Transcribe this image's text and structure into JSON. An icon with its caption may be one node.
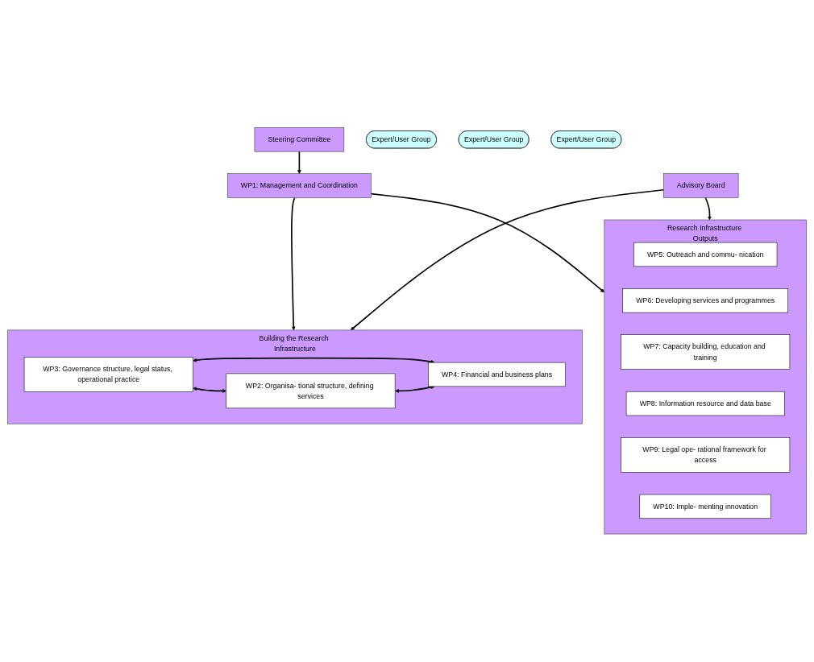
{
  "diagram": {
    "nodes": [
      {
        "text": [
          "WP1: Management and Coordination"
        ]
      },
      {
        "text": [
          "Building the Research Infrastructure"
        ]
      },
      {
        "text": [
          "WP3: Governance structure, legal status, operational practice"
        ],
        "in": 1
      },
      {
        "text": [
          "WP2: Organisa- tional structure, defining services"
        ],
        "in": 1
      },
      {
        "text": [
          "WP4: Financial and business plans"
        ],
        "in": 1
      },
      {
        "text": [
          "Steering Committee"
        ]
      },
      {
        "text": [
          "Advisory Board"
        ]
      },
      {
        "text": [
          "Expert/User Group"
        ]
      },
      {
        "text": [
          "Expert/User Group"
        ]
      },
      {
        "text": [
          "Expert/User Group"
        ]
      },
      {
        "text": [
          "Research Infrastructure Outputs"
        ]
      },
      {
        "text": [
          "WP5: Outreach and commu- nication"
        ],
        "in": 10
      },
      {
        "text": [
          "WP6: Developing services and programmes"
        ],
        "in": 10
      },
      {
        "text": [
          "WP7: Capacity building, education and training"
        ],
        "in": 10
      },
      {
        "text": [
          "WP8: Information resource and data base"
        ],
        "in": 10
      },
      {
        "text": [
          "WP9: Legal ope- rational framework for access"
        ],
        "in": 10
      },
      {
        "text": [
          "WP10: Imple- menting innovation"
        ],
        "in": 10
      }
    ],
    "edges": [
      {
        "from": 0,
        "to": 1,
        "arrow": "to"
      },
      {
        "from": 0,
        "to": 10,
        "arrow": "to"
      },
      {
        "from": 5,
        "to": 0,
        "arrow": "to"
      },
      {
        "from": 6,
        "to": 1,
        "arrow": "to"
      },
      {
        "from": 6,
        "to": 10,
        "arrow": "to"
      },
      {
        "from": 2,
        "to": 3,
        "arrow": "both"
      },
      {
        "from": 2,
        "to": 4,
        "arrow": "both"
      },
      {
        "from": 3,
        "to": 4,
        "arrow": "both"
      }
    ]
  }
}
